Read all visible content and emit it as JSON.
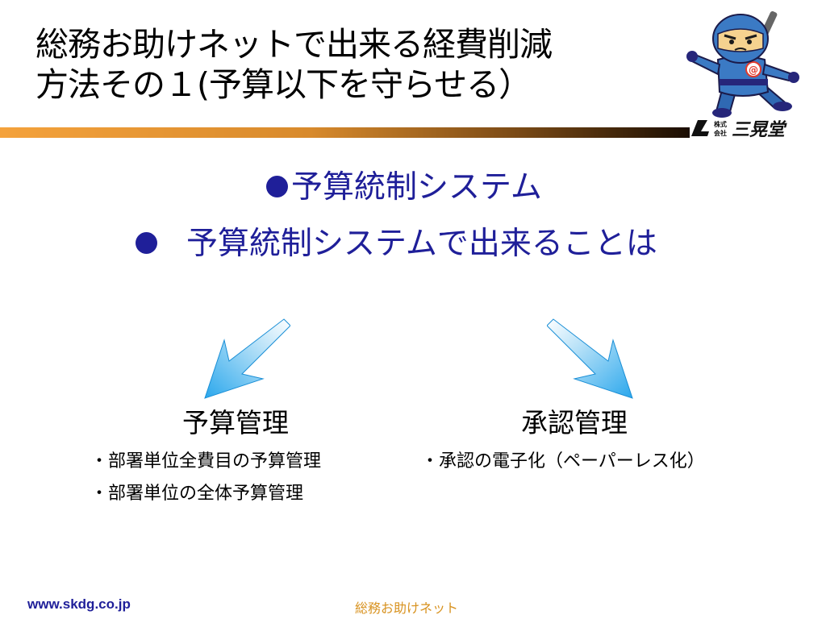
{
  "slide": {
    "title_line1": "総務お助けネットで出来る経費削減",
    "title_line2": "方法その１(予算以下を守らせる）",
    "bullets": [
      "予算統制システム",
      "予算統制システムで出来ることは"
    ],
    "columns": [
      {
        "heading": "予算管理",
        "items": [
          "・部署単位全費目の予算管理",
          "・部署単位の全体予算管理"
        ]
      },
      {
        "heading": "承認管理",
        "items": [
          "・承認の電子化（ペーパーレス化）"
        ]
      }
    ],
    "company_logo_text": "株式会社 三晃堂",
    "company_logo_small": "株式 会社",
    "company_logo_main": "三晃堂",
    "mascot_badge": "@",
    "footer_url": "www.skdg.co.jp",
    "footer_center": "総務お助けネット"
  },
  "colors": {
    "accent_blue": "#1f1f99",
    "bar_orange": "#f4a23c",
    "footer_orange": "#d8921f",
    "arrow_blue": "#2aa7ec"
  }
}
